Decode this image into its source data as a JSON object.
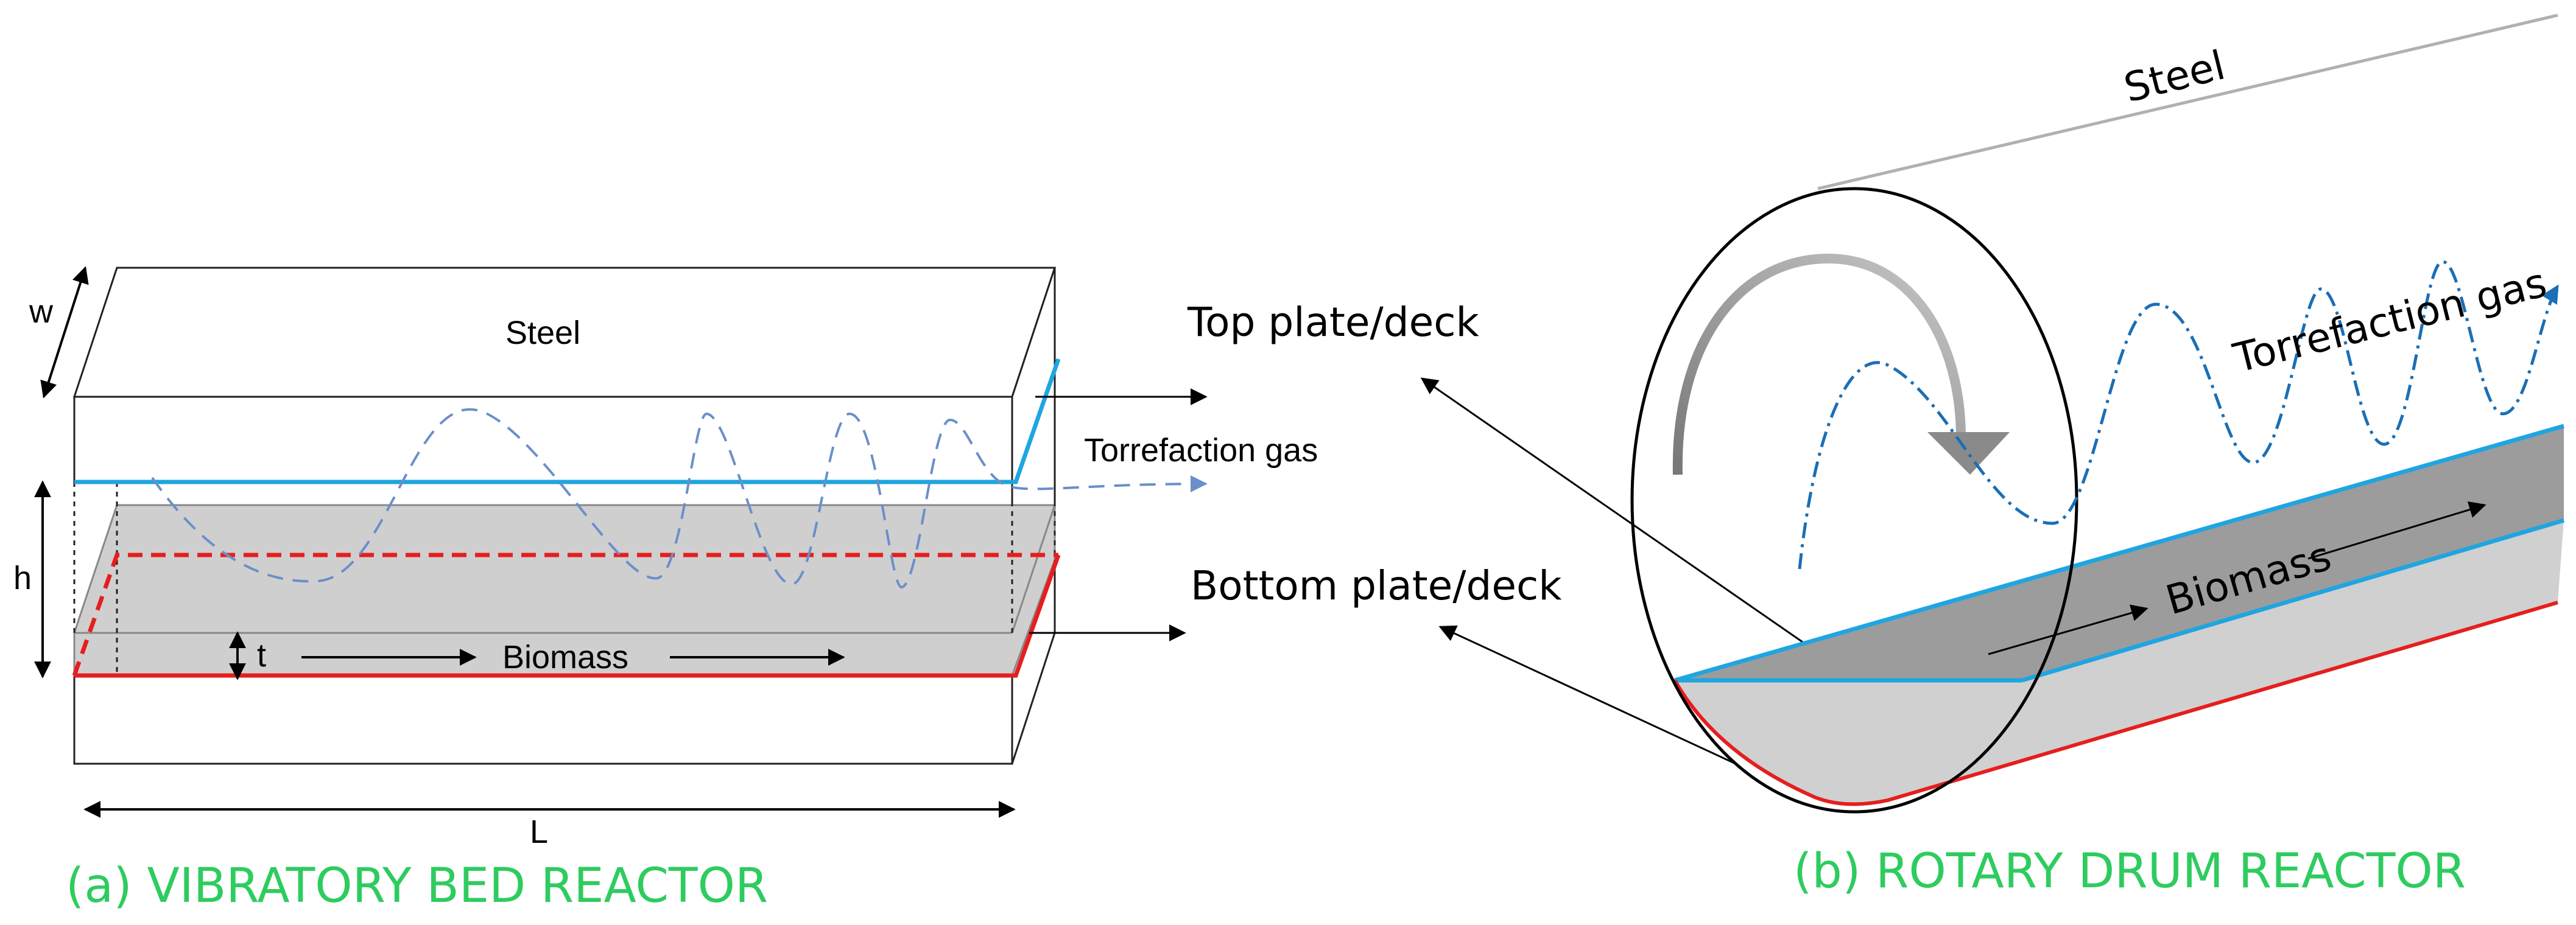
{
  "colors": {
    "blue": "#1fa5e0",
    "red": "#e61e1e",
    "gas_dash": "#6a8fc9",
    "gas_dashdot": "#1a6fb5",
    "caption_green": "#2ecc5f",
    "biomass_light": "#cfcfcf",
    "biomass_dark": "#9c9c9c",
    "steel_line": "#b0b0b0"
  },
  "left_panel": {
    "steel_label": "Steel",
    "w_label": "w",
    "h_label": "h",
    "t_label": "t",
    "l_label": "L",
    "biomass_label": "Biomass",
    "gas_label": "Torrefaction gas",
    "caption": "(a) VIBRATORY BED REACTOR"
  },
  "middle_labels": {
    "top_plate": "Top plate/deck",
    "bottom_plate": "Bottom plate/deck"
  },
  "right_panel": {
    "steel_label": "Steel",
    "gas_label": "Torrefaction gas",
    "biomass_label": "Biomass",
    "caption": "(b) ROTARY DRUM REACTOR"
  }
}
